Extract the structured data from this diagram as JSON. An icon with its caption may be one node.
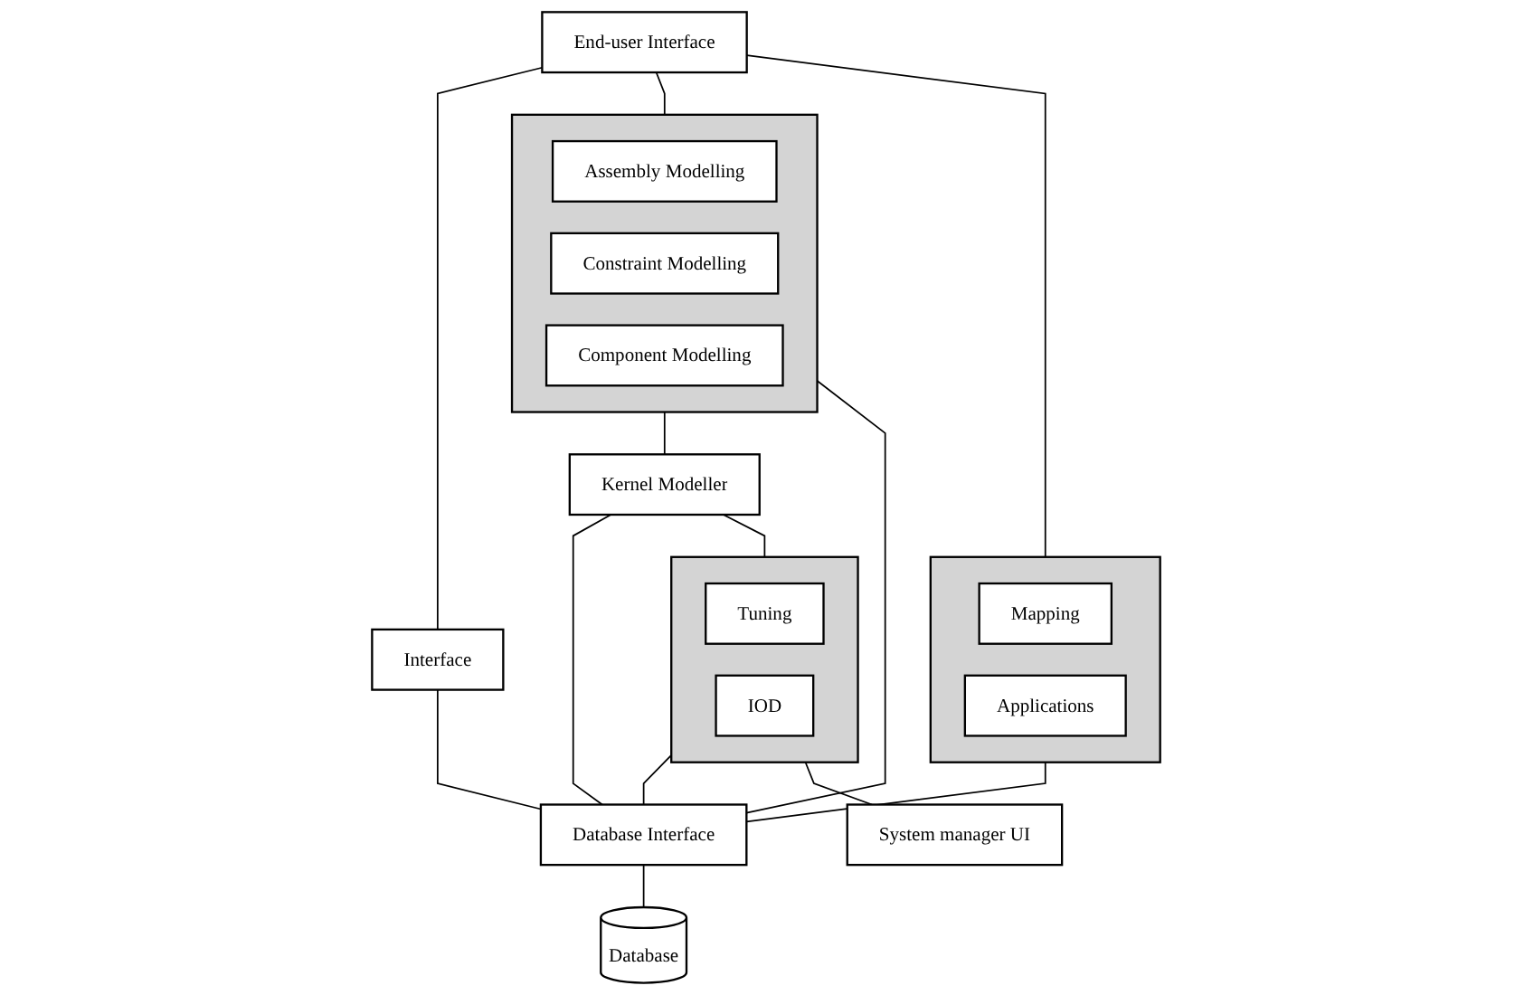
{
  "diagram": {
    "nodes": [
      {
        "text": [
          "End-user Interface"
        ]
      },
      {
        "text": [],
        "shape": "box"
      },
      {
        "text": [
          "Assembly Modelling"
        ],
        "in": 1
      },
      {
        "text": [
          "Constraint Modelling"
        ],
        "in": 1
      },
      {
        "text": [
          "Component Modelling"
        ],
        "in": 1
      },
      {
        "text": [],
        "shape": "box"
      },
      {
        "text": [
          "Mapping"
        ],
        "in": 5
      },
      {
        "text": [
          "Applications"
        ],
        "in": 5
      },
      {
        "text": [
          "Interface"
        ]
      },
      {
        "text": [
          "Kernel Modeller"
        ]
      },
      {
        "text": [
          "Database Interface"
        ]
      },
      {
        "text": [
          "Database"
        ]
      },
      {
        "text": [],
        "shape": "box"
      },
      {
        "text": [
          "Tuning"
        ],
        "in": 12
      },
      {
        "text": [
          "IOD"
        ],
        "in": 12
      },
      {
        "text": [
          "System manager UI"
        ]
      }
    ],
    "edges": [
      {
        "from": 0,
        "to": 1,
        "arrow": "none"
      },
      {
        "from": 0,
        "to": 5,
        "arrow": "none"
      },
      {
        "from": 0,
        "to": 8,
        "arrow": "none"
      },
      {
        "from": 1,
        "to": 9,
        "arrow": "none"
      },
      {
        "from": 1,
        "to": 10,
        "arrow": "none"
      },
      {
        "from": 9,
        "to": 10,
        "arrow": "none"
      },
      {
        "from": 5,
        "to": 10,
        "arrow": "none"
      },
      {
        "from": 8,
        "to": 10,
        "arrow": "none"
      },
      {
        "from": 10,
        "to": 11,
        "arrow": "none"
      },
      {
        "from": 9,
        "to": 12,
        "arrow": "none"
      },
      {
        "from": 12,
        "to": 10,
        "arrow": "none"
      },
      {
        "from": 12,
        "to": 15,
        "arrow": "none"
      }
    ]
  }
}
